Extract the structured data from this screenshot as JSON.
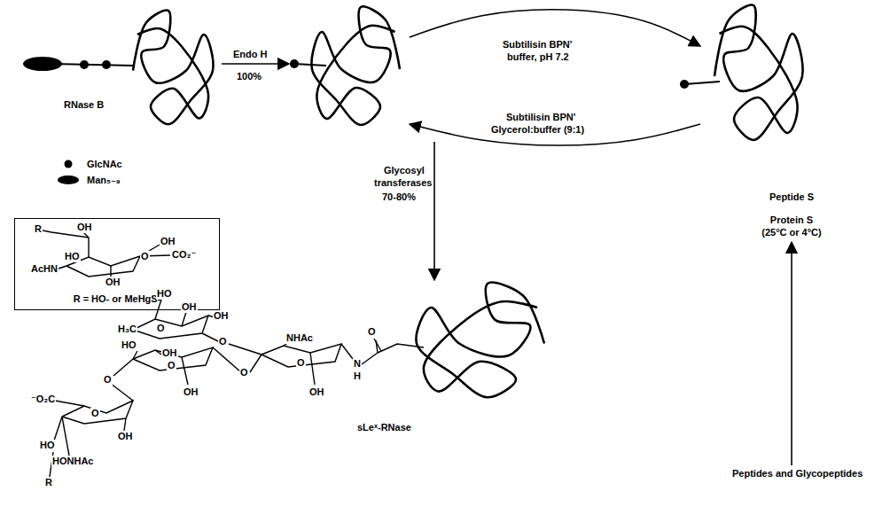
{
  "diagram": {
    "nodes": [
      {
        "text": [
          "RNase B"
        ]
      },
      {
        "text": [
          "Peptide S",
          "Protein S",
          "(25°C or 4°C)"
        ]
      },
      {
        "text": [
          "Peptides and Glycopeptides"
        ]
      },
      {
        "text": [
          "R = HO- or MeHgS-"
        ]
      }
    ],
    "edges": [
      {
        "from": 2,
        "to": 1,
        "arrow": "to"
      }
    ],
    "labels": [
      "Endo H",
      "100%",
      "Subtilisin BPN'",
      "buffer, pH 7.2",
      "Subtilisin BPN'",
      "Glycerol:buffer (9:1)",
      "Glycosyl",
      "transferases",
      "70-80%",
      "R",
      "OH",
      "OH",
      "HO",
      "CO₂⁻",
      "O",
      "AcHN",
      "OH",
      "HO",
      "OH",
      "OH",
      "H₃C",
      "O",
      "O",
      "NHAc",
      "O",
      "HO",
      "OH",
      "O",
      "O",
      "O",
      "N",
      "H",
      "OH",
      "OH",
      "⁻O₂C",
      "O",
      "O",
      "OH",
      "HO",
      "HONHAc",
      "R",
      "sLeˣ-RNase"
    ],
    "legend": [
      {
        "text": "GlcNAc"
      },
      {
        "text": "Man₅₋₉"
      }
    ]
  }
}
